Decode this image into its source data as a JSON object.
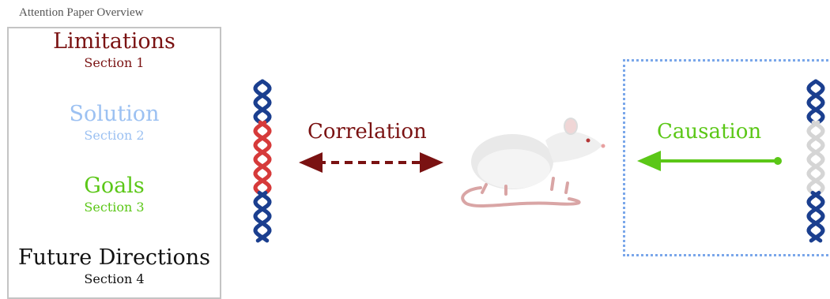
{
  "caption": "Attention Paper Overview",
  "sections": [
    {
      "title": "Limitations",
      "subtitle": "Section 1",
      "color": "#7a1212"
    },
    {
      "title": "Solution",
      "subtitle": "Section 2",
      "color": "#9cc1f2"
    },
    {
      "title": "Goals",
      "subtitle": "Section 3",
      "color": "#5bc717"
    },
    {
      "title": "Future Directions",
      "subtitle": "Section 4",
      "color": "#111111"
    }
  ],
  "labels": {
    "correlation": "Correlation",
    "causation": "Causation"
  },
  "colors": {
    "correlation": "#7a1212",
    "causation": "#5bc717",
    "box_border": "#7aa7ea",
    "dna_blue": "#1b3f8f",
    "dna_red": "#d63a3a",
    "dna_gray": "#d5d5d5"
  },
  "icons": {
    "left_dna": "dna-helix-icon",
    "right_dna": "dna-helix-icon",
    "animal": "rat-icon"
  }
}
